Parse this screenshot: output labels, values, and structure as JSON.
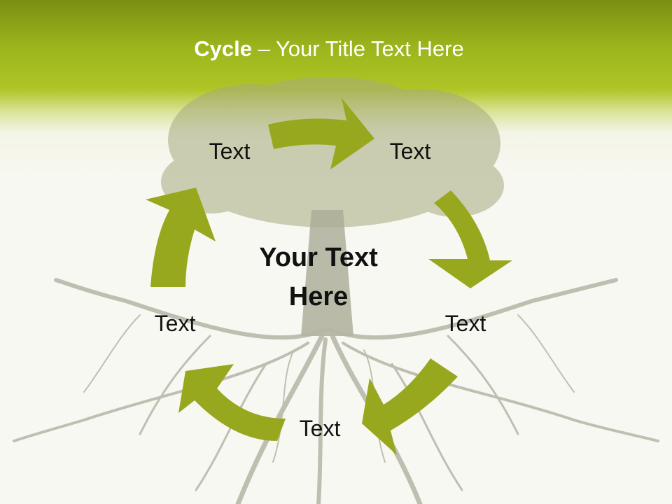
{
  "slide": {
    "title_bold": "Cycle",
    "title_rest": " – Your Title Text Here",
    "center_text": "Your Text Here",
    "nodes": [
      {
        "label": "Text"
      },
      {
        "label": "Text"
      },
      {
        "label": "Text"
      },
      {
        "label": "Text"
      },
      {
        "label": "Text"
      }
    ],
    "colors": {
      "header": "#9db61d",
      "arrow": "#98a81e",
      "tree": "#a9ab8c"
    }
  }
}
